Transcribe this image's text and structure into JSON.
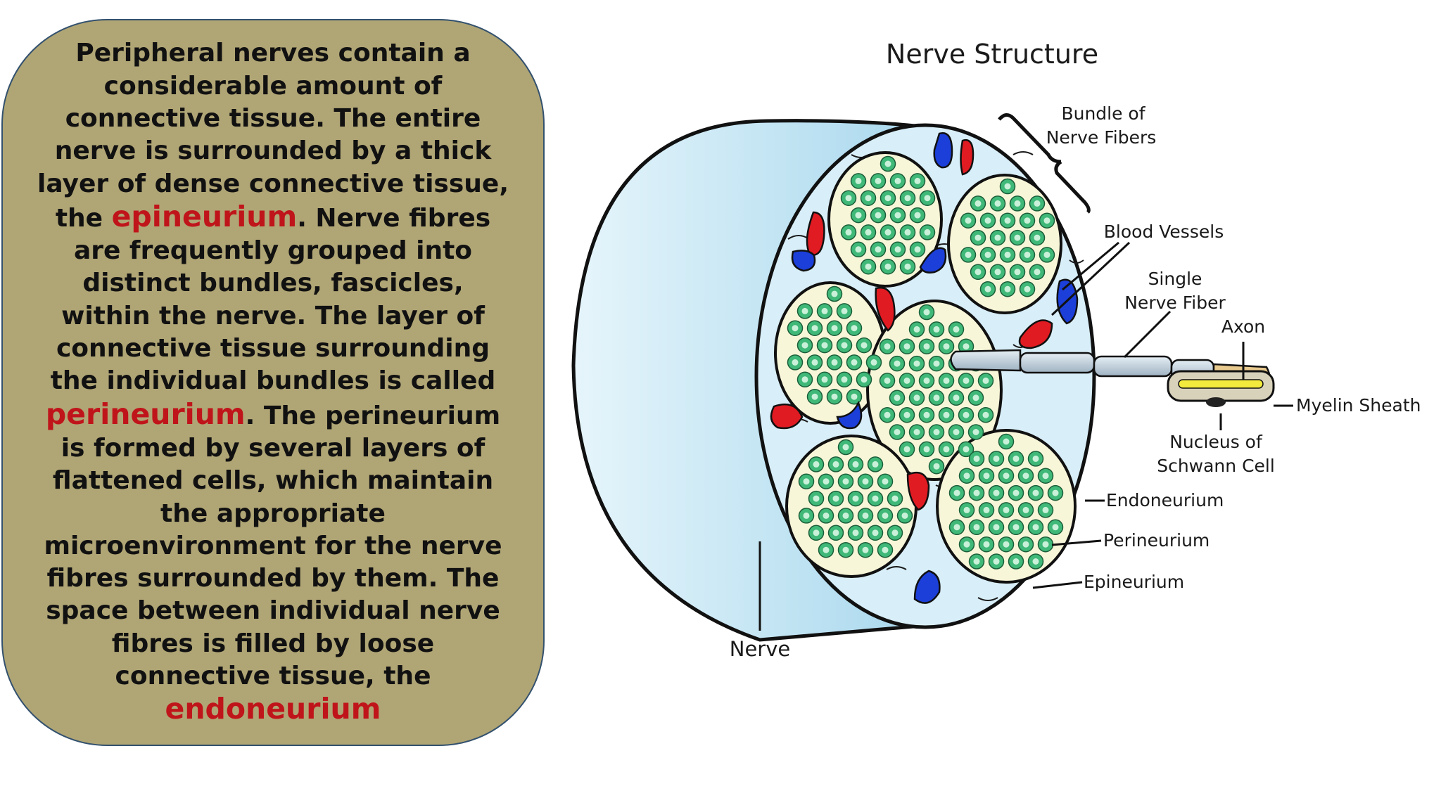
{
  "text_panel": {
    "p1": "Peripheral nerves contain a considerable amount of connective tissue. The entire nerve is surrounded by a thick layer of dense connective tissue, the ",
    "term1": "epineurium",
    "p2": ". Nerve fibres are frequently grouped into distinct bundles, fascicles, within the nerve. The layer of connective tissue surrounding the individual bundles is called ",
    "term2": "perineurium",
    "p3": ". The perineurium is formed by several layers of flattened cells, which maintain the appropriate microenvironment for the nerve fibres surrounded by them. The space between individual nerve fibres is filled by loose connective tissue, the ",
    "term3": "endoneurium"
  },
  "diagram": {
    "title": "Nerve Structure",
    "labels": {
      "bundle_1": "Bundle of",
      "bundle_2": "Nerve Fibers",
      "blood_vessels": "Blood Vessels",
      "single_1": "Single",
      "single_2": "Nerve Fiber",
      "axon": "Axon",
      "myelin": "Myelin Sheath",
      "nucleus_1": "Nucleus of",
      "nucleus_2": "Schwann Cell",
      "endoneurium": "Endoneurium",
      "perineurium": "Perineurium",
      "epineurium": "Epineurium",
      "nerve": "Nerve"
    },
    "colors": {
      "panel_bg": "#b0a575",
      "highlight": "#c0141b",
      "nerve_fill": "#cfe9f5",
      "fascicle_fill": "#f8f6d8",
      "fiber_green": "#3fb878",
      "vessel_red": "#e01b22",
      "vessel_blue": "#1b3fd8"
    }
  }
}
